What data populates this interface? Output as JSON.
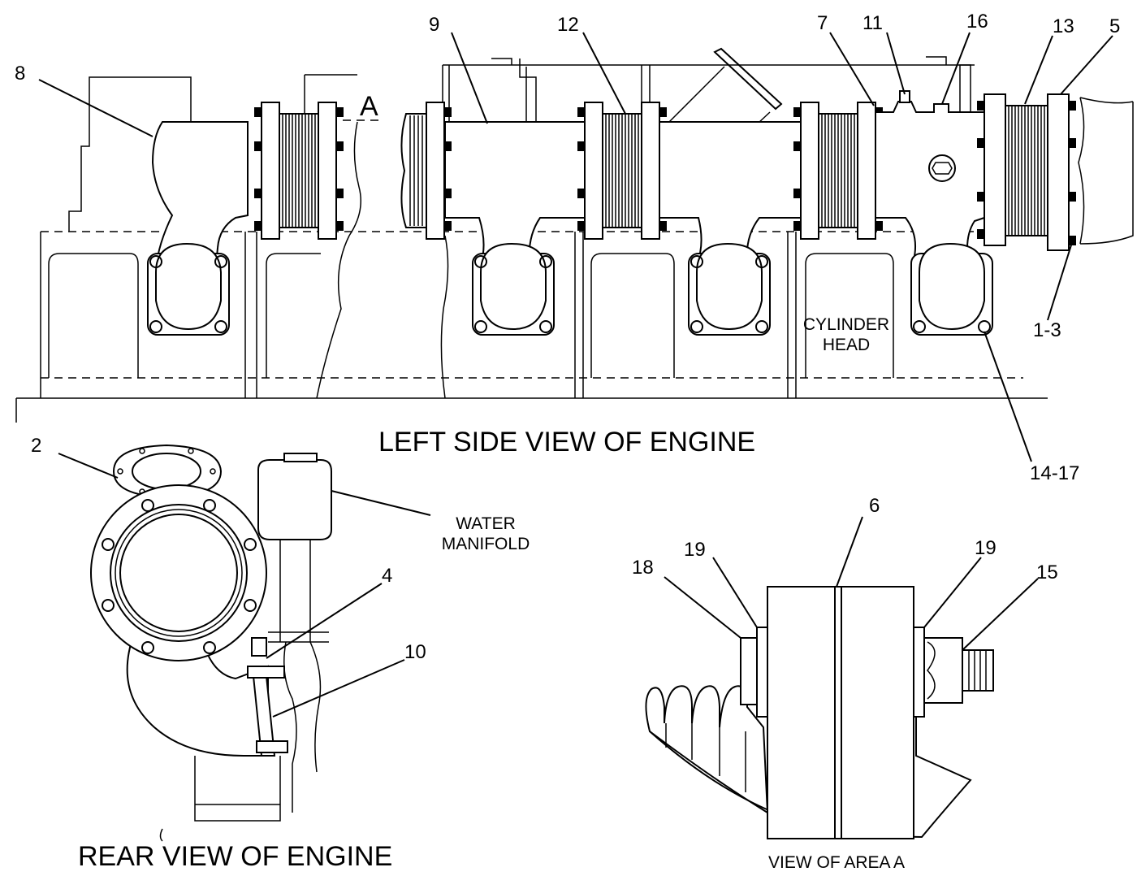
{
  "views": {
    "left_side": "LEFT SIDE VIEW OF ENGINE",
    "rear": "REAR VIEW OF ENGINE",
    "area_a": "VIEW OF AREA  A"
  },
  "detail_marker": "A",
  "callouts": {
    "c8": "8",
    "c9": "9",
    "c12": "12",
    "c7": "7",
    "c11": "11",
    "c16": "16",
    "c13": "13",
    "c5": "5",
    "c1_3": "1-3",
    "c14_17": "14-17",
    "c2": "2",
    "c4": "4",
    "c10": "10",
    "c6": "6",
    "c18": "18",
    "c19a": "19",
    "c19b": "19",
    "c15": "15"
  },
  "labels": {
    "cylinder_head_1": "CYLINDER",
    "cylinder_head_2": "HEAD",
    "water_manifold_1": "WATER",
    "water_manifold_2": "MANIFOLD"
  }
}
